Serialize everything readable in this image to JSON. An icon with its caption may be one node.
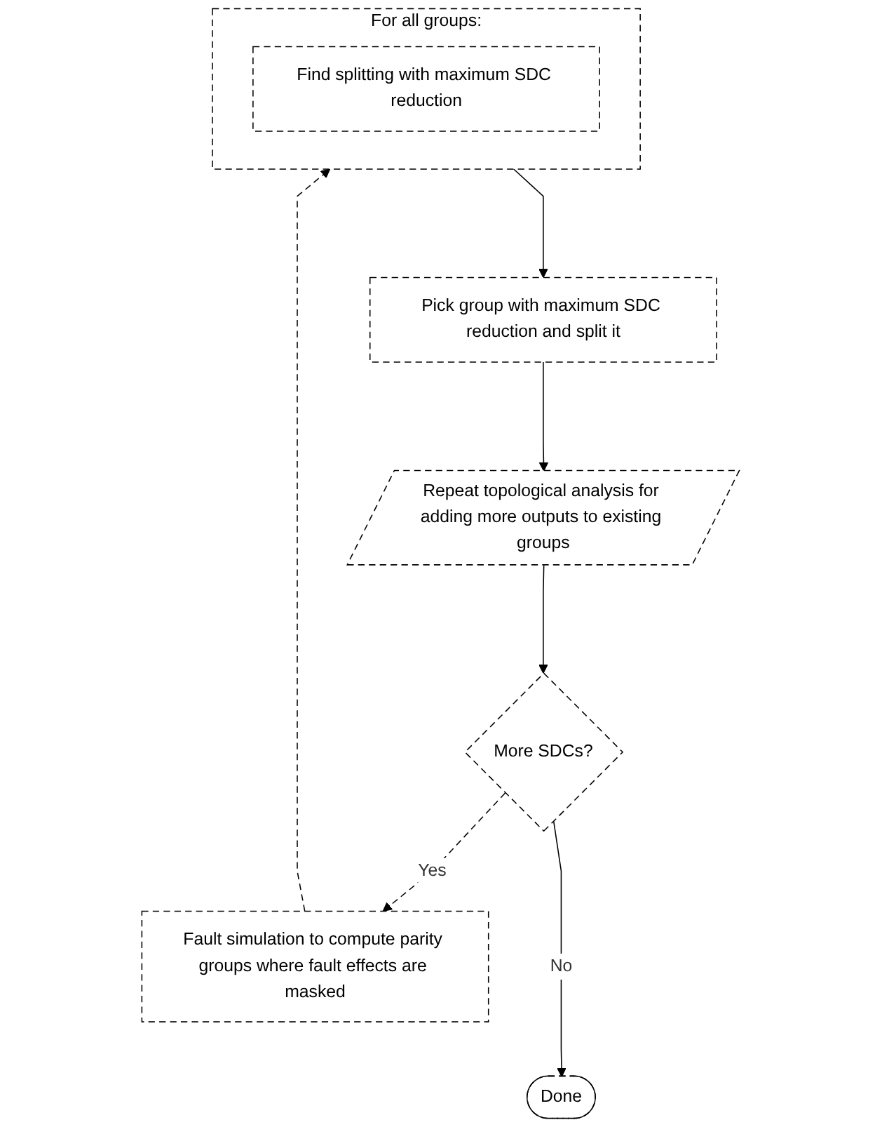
{
  "diagram": {
    "nodes": [
      {
        "text": [
          "Fault simulation to compute parity groups where fault effects are masked"
        ]
      },
      {
        "text": [
          "For all groups:"
        ]
      },
      {
        "text": [
          "Find splitting with maximum SDC reduction"
        ],
        "in": 1
      },
      {
        "text": [
          "Pick group with maximum SDC reduction and split it"
        ]
      },
      {
        "text": [
          "Repeat topological analysis for adding more outputs to existing groups"
        ]
      },
      {
        "text": [
          "More SDCs?"
        ]
      },
      {
        "text": [
          "Done"
        ]
      }
    ],
    "edges": [
      {
        "from": 0,
        "to": 1,
        "arrow": "to",
        "style": "dashed"
      },
      {
        "from": 1,
        "to": 3,
        "arrow": "to"
      },
      {
        "from": 3,
        "to": 4,
        "arrow": "to"
      },
      {
        "from": 4,
        "to": 5,
        "arrow": "to"
      },
      {
        "from": 5,
        "to": 0,
        "arrow": "to",
        "label": "Yes",
        "style": "dashed"
      },
      {
        "from": 5,
        "to": 6,
        "arrow": "to",
        "label": "No"
      }
    ]
  }
}
